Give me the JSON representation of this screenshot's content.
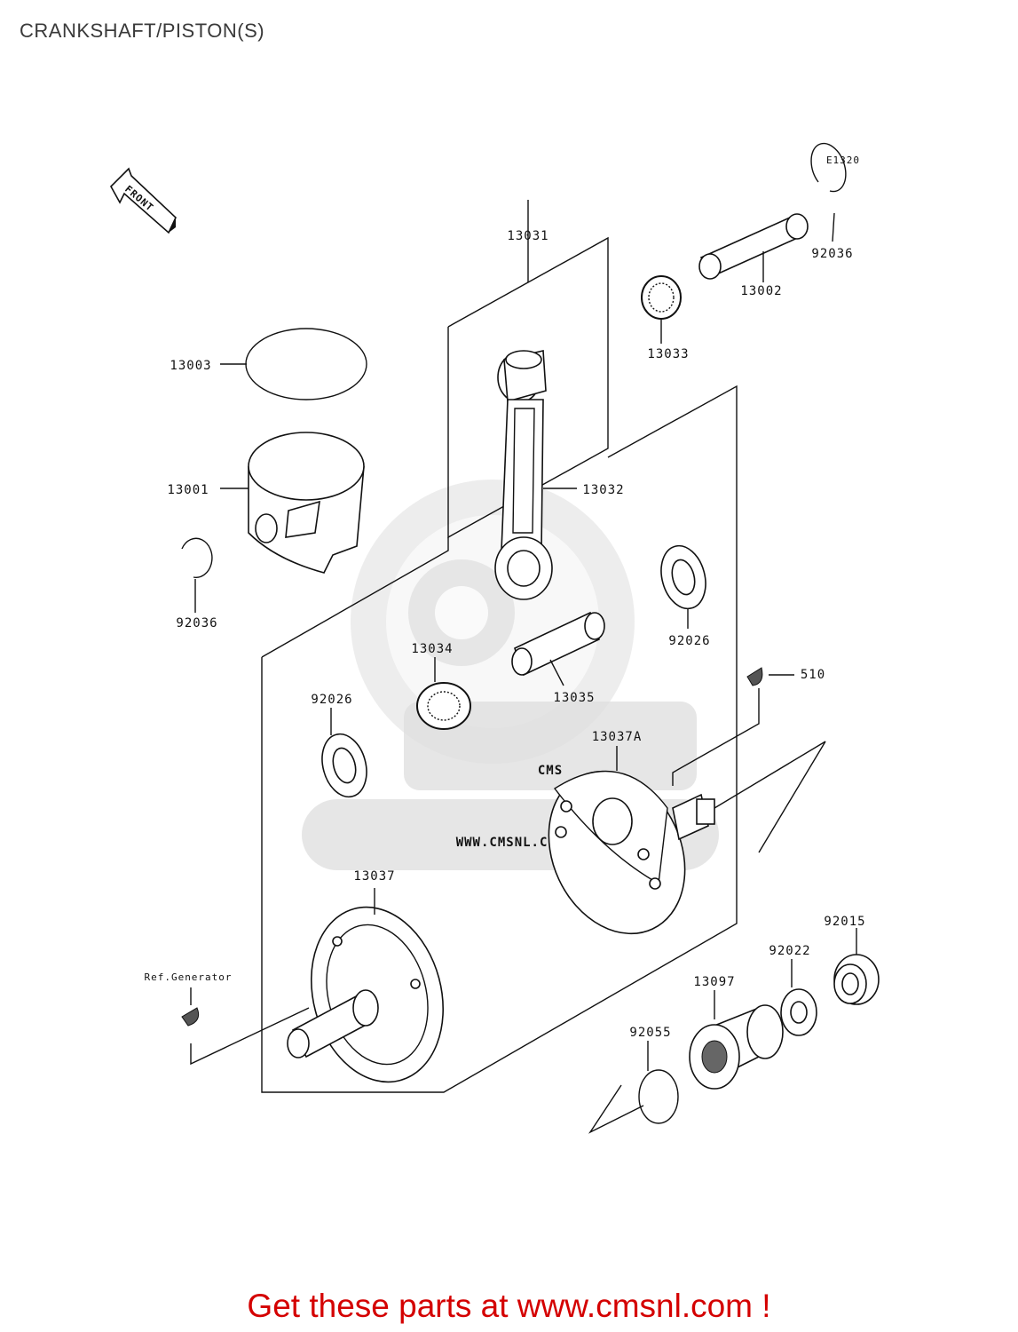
{
  "page": {
    "title": "CRANKSHAFT/PISTON(S)",
    "diagram_code": "E1320",
    "front_label": "FRONT",
    "watermark": {
      "brand": "CMS",
      "url": "WWW.CMSNL.COM"
    },
    "footer_cta": "Get these parts at www.cmsnl.com !"
  },
  "parts": [
    {
      "number": "13031",
      "name": "connecting-rod-assy"
    },
    {
      "number": "13003",
      "name": "piston-ring"
    },
    {
      "number": "13001",
      "name": "piston"
    },
    {
      "number": "92036",
      "name": "piston-pin-clip"
    },
    {
      "number": "13002",
      "name": "piston-pin"
    },
    {
      "number": "13033",
      "name": "small-end-bearing"
    },
    {
      "number": "13032",
      "name": "connecting-rod"
    },
    {
      "number": "92026",
      "name": "thrust-washer"
    },
    {
      "number": "13034",
      "name": "big-end-bearing"
    },
    {
      "number": "13035",
      "name": "crank-pin"
    },
    {
      "number": "510",
      "name": "woodruff-key"
    },
    {
      "number": "13037A",
      "name": "crank-half-right"
    },
    {
      "number": "13037",
      "name": "crank-half-left"
    },
    {
      "number": "92015",
      "name": "nut"
    },
    {
      "number": "92022",
      "name": "washer"
    },
    {
      "number": "13097",
      "name": "primary-gear"
    },
    {
      "number": "92055",
      "name": "o-ring"
    },
    {
      "number": "Ref.Generator",
      "name": "generator-key"
    }
  ],
  "colors": {
    "footer": "#d40000",
    "title": "#3a3a3a",
    "watermark": "#dedede"
  }
}
